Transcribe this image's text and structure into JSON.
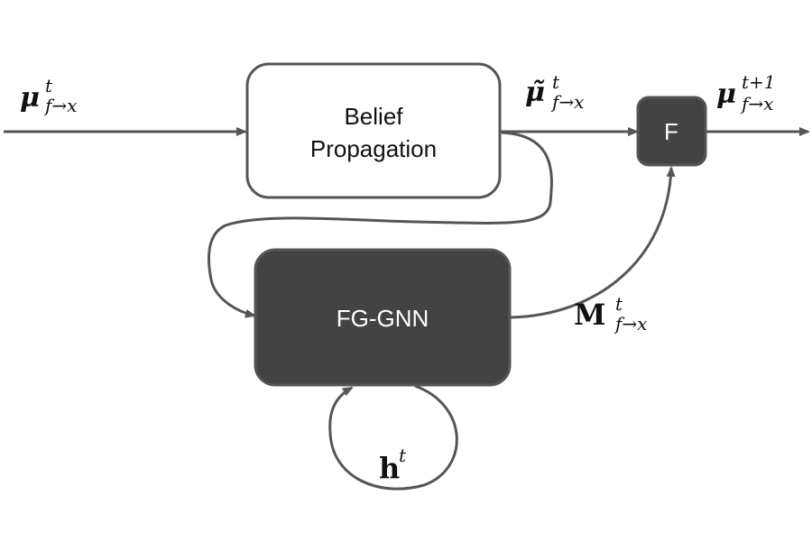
{
  "diagram": {
    "colors": {
      "stroke": "#555555",
      "dark_fill": "#434343",
      "light_fill": "#ffffff",
      "dark_text": "#ffffff",
      "light_text": "#111111"
    },
    "nodes": {
      "belief_propagation": {
        "line1": "Belief",
        "line2": "Propagation"
      },
      "fg_gnn": {
        "label": "FG-GNN"
      },
      "f_box": {
        "label": "F"
      }
    },
    "labels": {
      "mu_in": {
        "base": "μ",
        "sup": "t",
        "sub": "f→x"
      },
      "mu_tilde": {
        "base": "μ̃",
        "sup": "t",
        "sub": "f→x"
      },
      "mu_out": {
        "base": "μ",
        "sup": "t+1",
        "sub": "f→x"
      },
      "M": {
        "base": "M",
        "sup": "t",
        "sub": "f→x"
      },
      "h": {
        "base": "h",
        "sup": "t"
      }
    },
    "edges": [
      {
        "from": "input",
        "to": "belief_propagation",
        "label": "mu_in"
      },
      {
        "from": "belief_propagation",
        "to": "f_box",
        "label": "mu_tilde"
      },
      {
        "from": "belief_propagation",
        "to": "fg_gnn"
      },
      {
        "from": "fg_gnn",
        "to": "f_box",
        "label": "M"
      },
      {
        "from": "fg_gnn",
        "to": "fg_gnn",
        "label": "h"
      },
      {
        "from": "f_box",
        "to": "output",
        "label": "mu_out"
      }
    ]
  }
}
